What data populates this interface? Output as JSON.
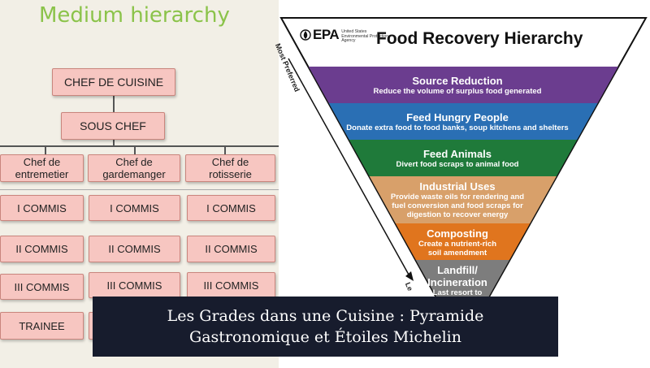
{
  "brigade": {
    "title": "Medium hierarchy",
    "chef_de_cuisine": "CHEF DE CUISINE",
    "sous_chef": "SOUS CHEF",
    "columns": [
      {
        "chef_line1": "Chef de",
        "chef_line2": "entremetier",
        "levels": [
          "I COMMIS",
          "II COMMIS",
          "III COMMIS",
          "TRAINEE"
        ]
      },
      {
        "chef_line1": "Chef de",
        "chef_line2": "gardemanger",
        "levels": [
          "I COMMIS",
          "II COMMIS",
          "III COMMIS",
          ""
        ]
      },
      {
        "chef_line1": "Chef de",
        "chef_line2": "rotisserie",
        "levels": [
          "I COMMIS",
          "II COMMIS",
          "III COMMIS"
        ]
      }
    ]
  },
  "food_recovery": {
    "logo_text": "EPA",
    "logo_sub_line1": "United States",
    "logo_sub_line2": "Environmental Protection",
    "logo_sub_line3": "Agency",
    "title": "Food Recovery Hierarchy",
    "most_preferred_label": "Most Preferred",
    "least_label_stub": "Le",
    "bands": [
      {
        "head": "Source Reduction",
        "body1": "Reduce the volume of surplus food generated",
        "body2": "",
        "body3": "",
        "color": "#6b3d8f"
      },
      {
        "head": "Feed Hungry People",
        "body1": "Donate extra food to food banks, soup kitchens and shelters",
        "body2": "",
        "body3": "",
        "color": "#2a6fb4"
      },
      {
        "head": "Feed Animals",
        "body1": "Divert food scraps to animal food",
        "body2": "",
        "body3": "",
        "color": "#1f7a3a"
      },
      {
        "head": "Industrial Uses",
        "body1": "Provide waste oils for rendering and",
        "body2": "fuel conversion and food scraps for",
        "body3": "digestion to recover energy",
        "color": "#d8a06a"
      },
      {
        "head": "Composting",
        "body1": "Create a nutrient-rich",
        "body2": "soil amendment",
        "body3": "",
        "color": "#e0751e"
      },
      {
        "head_line1": "Landfill/",
        "head_line2": "Incineration",
        "body1": "Last resort to",
        "color": "#7d7d7d"
      }
    ]
  },
  "caption": {
    "line1": "Les Grades dans une Cuisine : Pyramide",
    "line2": "Gastronomique et Étoiles Michelin"
  },
  "colors": {
    "accent_green": "#8bc34a",
    "box_pink": "#f7c6c1",
    "caption_bg": "#171c2d"
  }
}
